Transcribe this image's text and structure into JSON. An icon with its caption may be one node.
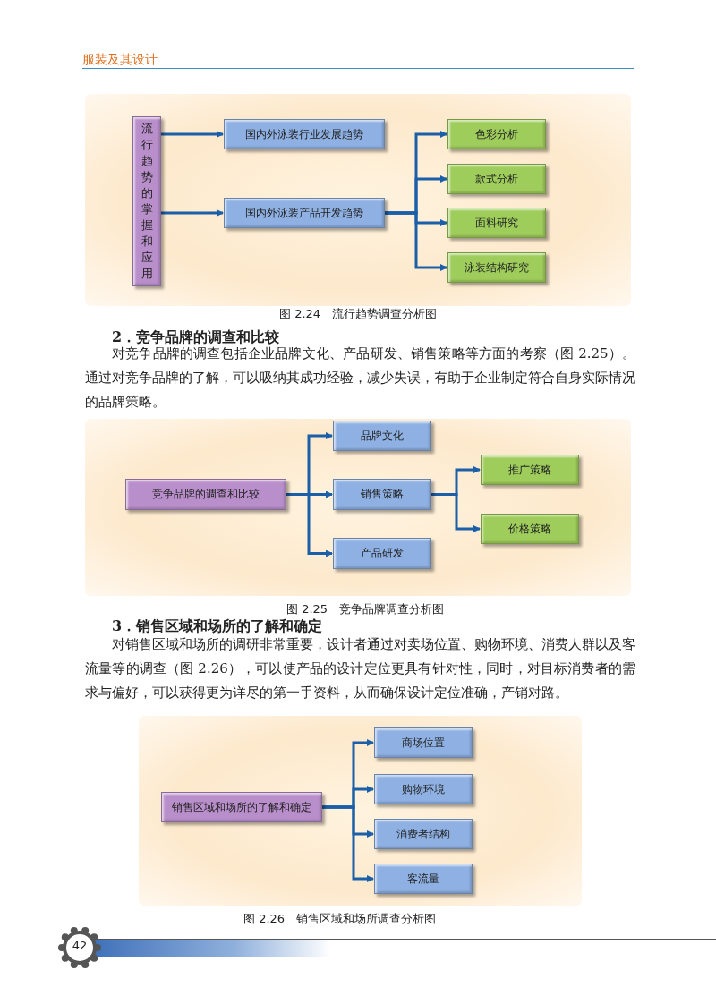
{
  "diagram": {
    "nodes": [
      {
        "text": [
          "流行趋势的掌握和应用"
        ]
      },
      {
        "text": [
          "国内外泳装行业发展趋势"
        ]
      },
      {
        "text": [
          "国内外泳装产品开发趋势"
        ]
      },
      {
        "text": [
          "色彩分析"
        ]
      },
      {
        "text": [
          "款式分析"
        ]
      },
      {
        "text": [
          "面料研究"
        ]
      },
      {
        "text": [
          "泳装结构研究"
        ]
      },
      {
        "text": [
          "竞争品牌的调查和比较"
        ]
      },
      {
        "text": [
          "品牌文化"
        ]
      },
      {
        "text": [
          "销售策略"
        ]
      },
      {
        "text": [
          "产品研发"
        ]
      },
      {
        "text": [
          "推广策略"
        ]
      },
      {
        "text": [
          "价格策略"
        ]
      },
      {
        "text": [
          "销售区域和场所的了解和确定"
        ]
      },
      {
        "text": [
          "商场位置"
        ]
      },
      {
        "text": [
          "购物环境"
        ]
      },
      {
        "text": [
          "消费者结构"
        ]
      },
      {
        "text": [
          "客流量"
        ]
      }
    ],
    "edges": [
      {
        "from": 0,
        "to": 1,
        "arrow": "to"
      },
      {
        "from": 0,
        "to": 2,
        "arrow": "to"
      },
      {
        "from": 2,
        "to": 3,
        "arrow": "to"
      },
      {
        "from": 2,
        "to": 4,
        "arrow": "to"
      },
      {
        "from": 2,
        "to": 5,
        "arrow": "to"
      },
      {
        "from": 2,
        "to": 6,
        "arrow": "to"
      },
      {
        "from": 7,
        "to": 8,
        "arrow": "to"
      },
      {
        "from": 7,
        "to": 9,
        "arrow": "to"
      },
      {
        "from": 7,
        "to": 10,
        "arrow": "to"
      },
      {
        "from": 9,
        "to": 11,
        "arrow": "to"
      },
      {
        "from": 9,
        "to": 12,
        "arrow": "to"
      },
      {
        "from": 13,
        "to": 14,
        "arrow": "to"
      },
      {
        "from": 13,
        "to": 15,
        "arrow": "to"
      },
      {
        "from": 13,
        "to": 16,
        "arrow": "to"
      },
      {
        "from": 13,
        "to": 17,
        "arrow": "to"
      }
    ],
    "labels": [
      "服装及其设计",
      "图 2.24　流行趋势调查分析图",
      "2．竞争品牌的调查和比较",
      "对竞争品牌的调查包括企业品牌文化、产品研发、销售策略等方面的考察（图 2.25）。通过对竞争品牌的了解，可以吸纳其成功经验，减少失误，有助于企业制定符合自身实际情况的品牌策略。",
      "图 2.25　竞争品牌调查分析图",
      "3．销售区域和场所的了解和确定",
      "对销售区域和场所的调研非常重要，设计者通过对卖场位置、购物环境、消费人群以及客流量等的调查（图 2.26），可以使产品的设计定位更具有针对性，同时，对目标消费者的需求与偏好，可以获得更为详尽的第一手资料，从而确保设计定位准确，产销对路。",
      "图 2.26　销售区域和场所调查分析图",
      "42"
    ]
  }
}
